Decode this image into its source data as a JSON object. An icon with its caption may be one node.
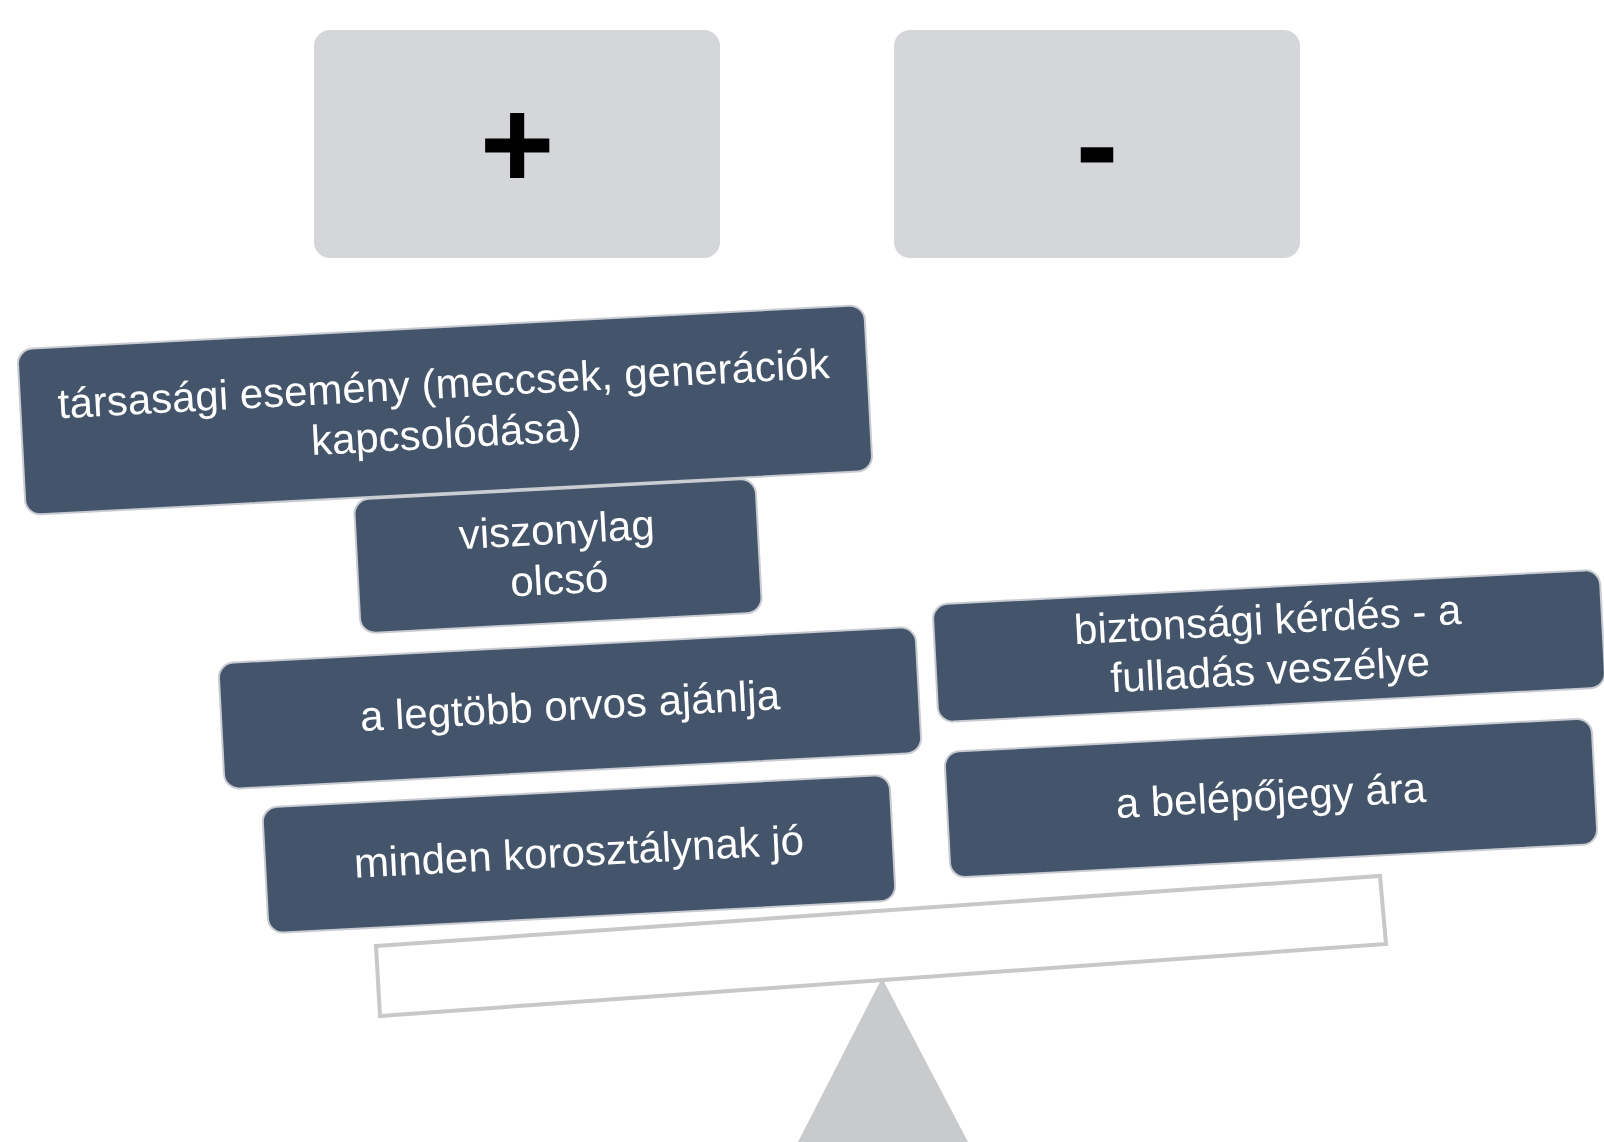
{
  "diagram": {
    "nodes": [
      {
        "text": [
          "+"
        ]
      },
      {
        "text": [
          "-"
        ]
      },
      {
        "text": [
          "társasági esemény (meccsek, generációk kapcsolódása)"
        ]
      },
      {
        "text": [
          "viszonylag olcsó"
        ]
      },
      {
        "text": [
          "a legtöbb orvos ajánlja"
        ]
      },
      {
        "text": [
          "biztonsági kérdés - a fulladás veszélye"
        ]
      },
      {
        "text": [
          "minden korosztálynak jó"
        ]
      },
      {
        "text": [
          "a belépőjegy ára"
        ]
      }
    ]
  }
}
